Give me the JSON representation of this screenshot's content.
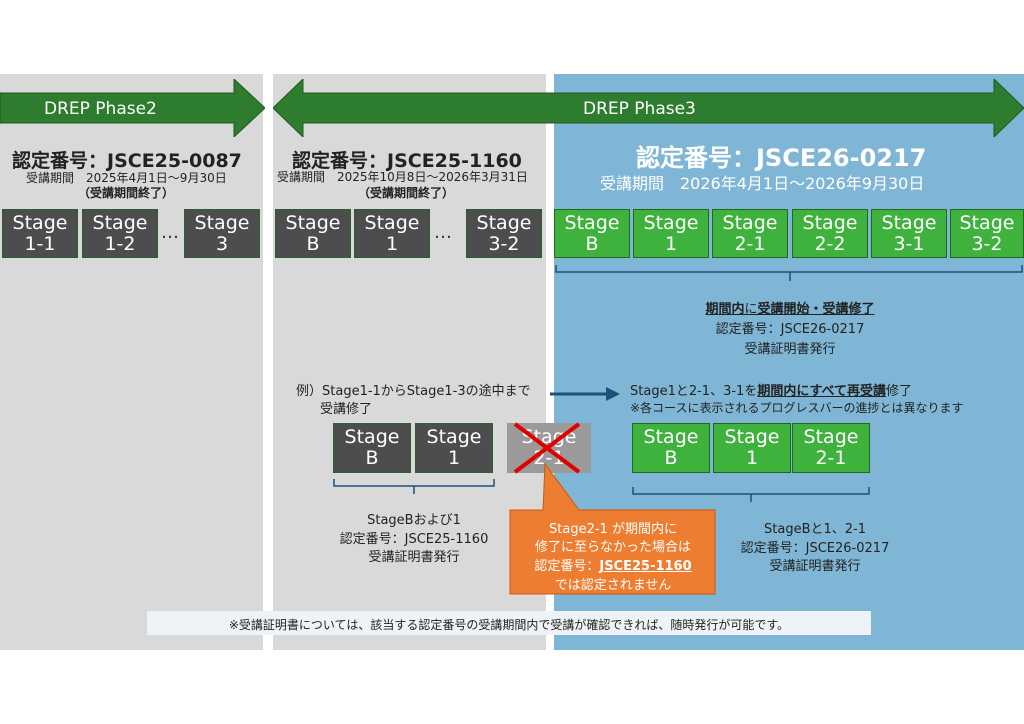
{
  "phase2": {
    "label": "DREP  Phase2"
  },
  "phase3": {
    "label": "DREP  Phase3"
  },
  "col1": {
    "cert": "認定番号：JSCE25-0087",
    "period": "受講期間　2025年4月1日～9月30日",
    "ended": "（受講期間終了）",
    "stages": [
      [
        "Stage",
        "1-1"
      ],
      [
        "Stage",
        "1-2"
      ],
      [
        "Stage",
        "3"
      ]
    ],
    "ellipsis": "…"
  },
  "col2": {
    "cert": "認定番号：JSCE25-1160",
    "period": "受講期間　2025年10月8日～2026年3月31日",
    "ended": "（受講期間終了）",
    "stages": [
      [
        "Stage",
        "B"
      ],
      [
        "Stage",
        "1"
      ],
      [
        "Stage",
        "3-2"
      ]
    ],
    "ellipsis": "…"
  },
  "col3": {
    "cert": "認定番号：JSCE26-0217",
    "period": "受講期間　2026年4月1日～2026年9月30日",
    "stages": [
      [
        "Stage",
        "B"
      ],
      [
        "Stage",
        "1"
      ],
      [
        "Stage",
        "2-1"
      ],
      [
        "Stage",
        "2-2"
      ],
      [
        "Stage",
        "3-1"
      ],
      [
        "Stage",
        "3-2"
      ]
    ],
    "summary_strong1": "期間内",
    "summary_mid": "に",
    "summary_strong2": "受講開始・受講修了",
    "summary_cert": "認定番号：JSCE26-0217",
    "summary_issue": "受講証明書発行"
  },
  "example": {
    "line1": "例）Stage1-1からStage1-3の途中まで",
    "line2": "受講修了",
    "left_stages": [
      [
        "Stage",
        "B"
      ],
      [
        "Stage",
        "1"
      ],
      [
        "Stage",
        "2-1"
      ]
    ],
    "left_caption1": "StageBおよび1",
    "left_caption2": "認定番号：JSCE25-1160",
    "left_caption3": "受講証明書発行",
    "right_line1a": "Stage1と2-1、3-1を",
    "right_line1b": "期間内にすべて再受講",
    "right_line1c": "修了",
    "right_line2": "※各コースに表示されるプログレスバーの進捗とは異なります",
    "right_stages": [
      [
        "Stage",
        "B"
      ],
      [
        "Stage",
        "1"
      ],
      [
        "Stage",
        "2-1"
      ]
    ],
    "right_caption1": "StageBと1、2-1",
    "right_caption2": "認定番号：JSCE26-0217",
    "right_caption3": "受講証明書発行"
  },
  "callout": {
    "line1": "Stage2-1 が期間内に",
    "line2": "修了に至らなかった場合は",
    "line3a": "認定番号：",
    "line3b": "JSCE25-1160",
    "line4": "では認定されません"
  },
  "note": "※受講証明書については、該当する認定番号の受講期間内で受講が確認できれば、随時発行が可能です。",
  "colors": {
    "phase_arrow": "#2e7d2e",
    "panel_gray": "#d9d9d9",
    "panel_blue": "#7fb6d5",
    "stage_green": "#3fb23d",
    "stage_gray": "#4d4d4d",
    "callout": "#ed7d31",
    "cross": "#e00000"
  }
}
